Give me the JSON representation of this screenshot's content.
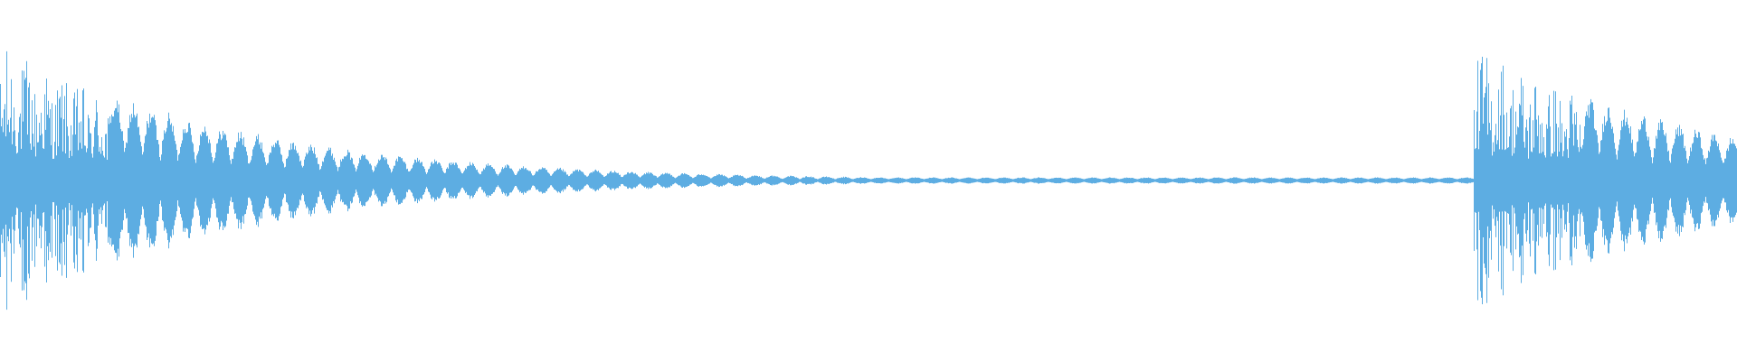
{
  "waveform": {
    "color": "#5dade2",
    "background": "#ffffff",
    "channels": 1,
    "events": [
      {
        "start": 0.0,
        "peak": 0.86,
        "decay": 0.135,
        "character": "dense-transient"
      },
      {
        "start": 0.848,
        "peak": 0.87,
        "decay": 0.13,
        "character": "dense-transient"
      }
    ],
    "noise_floor": 0.02
  }
}
